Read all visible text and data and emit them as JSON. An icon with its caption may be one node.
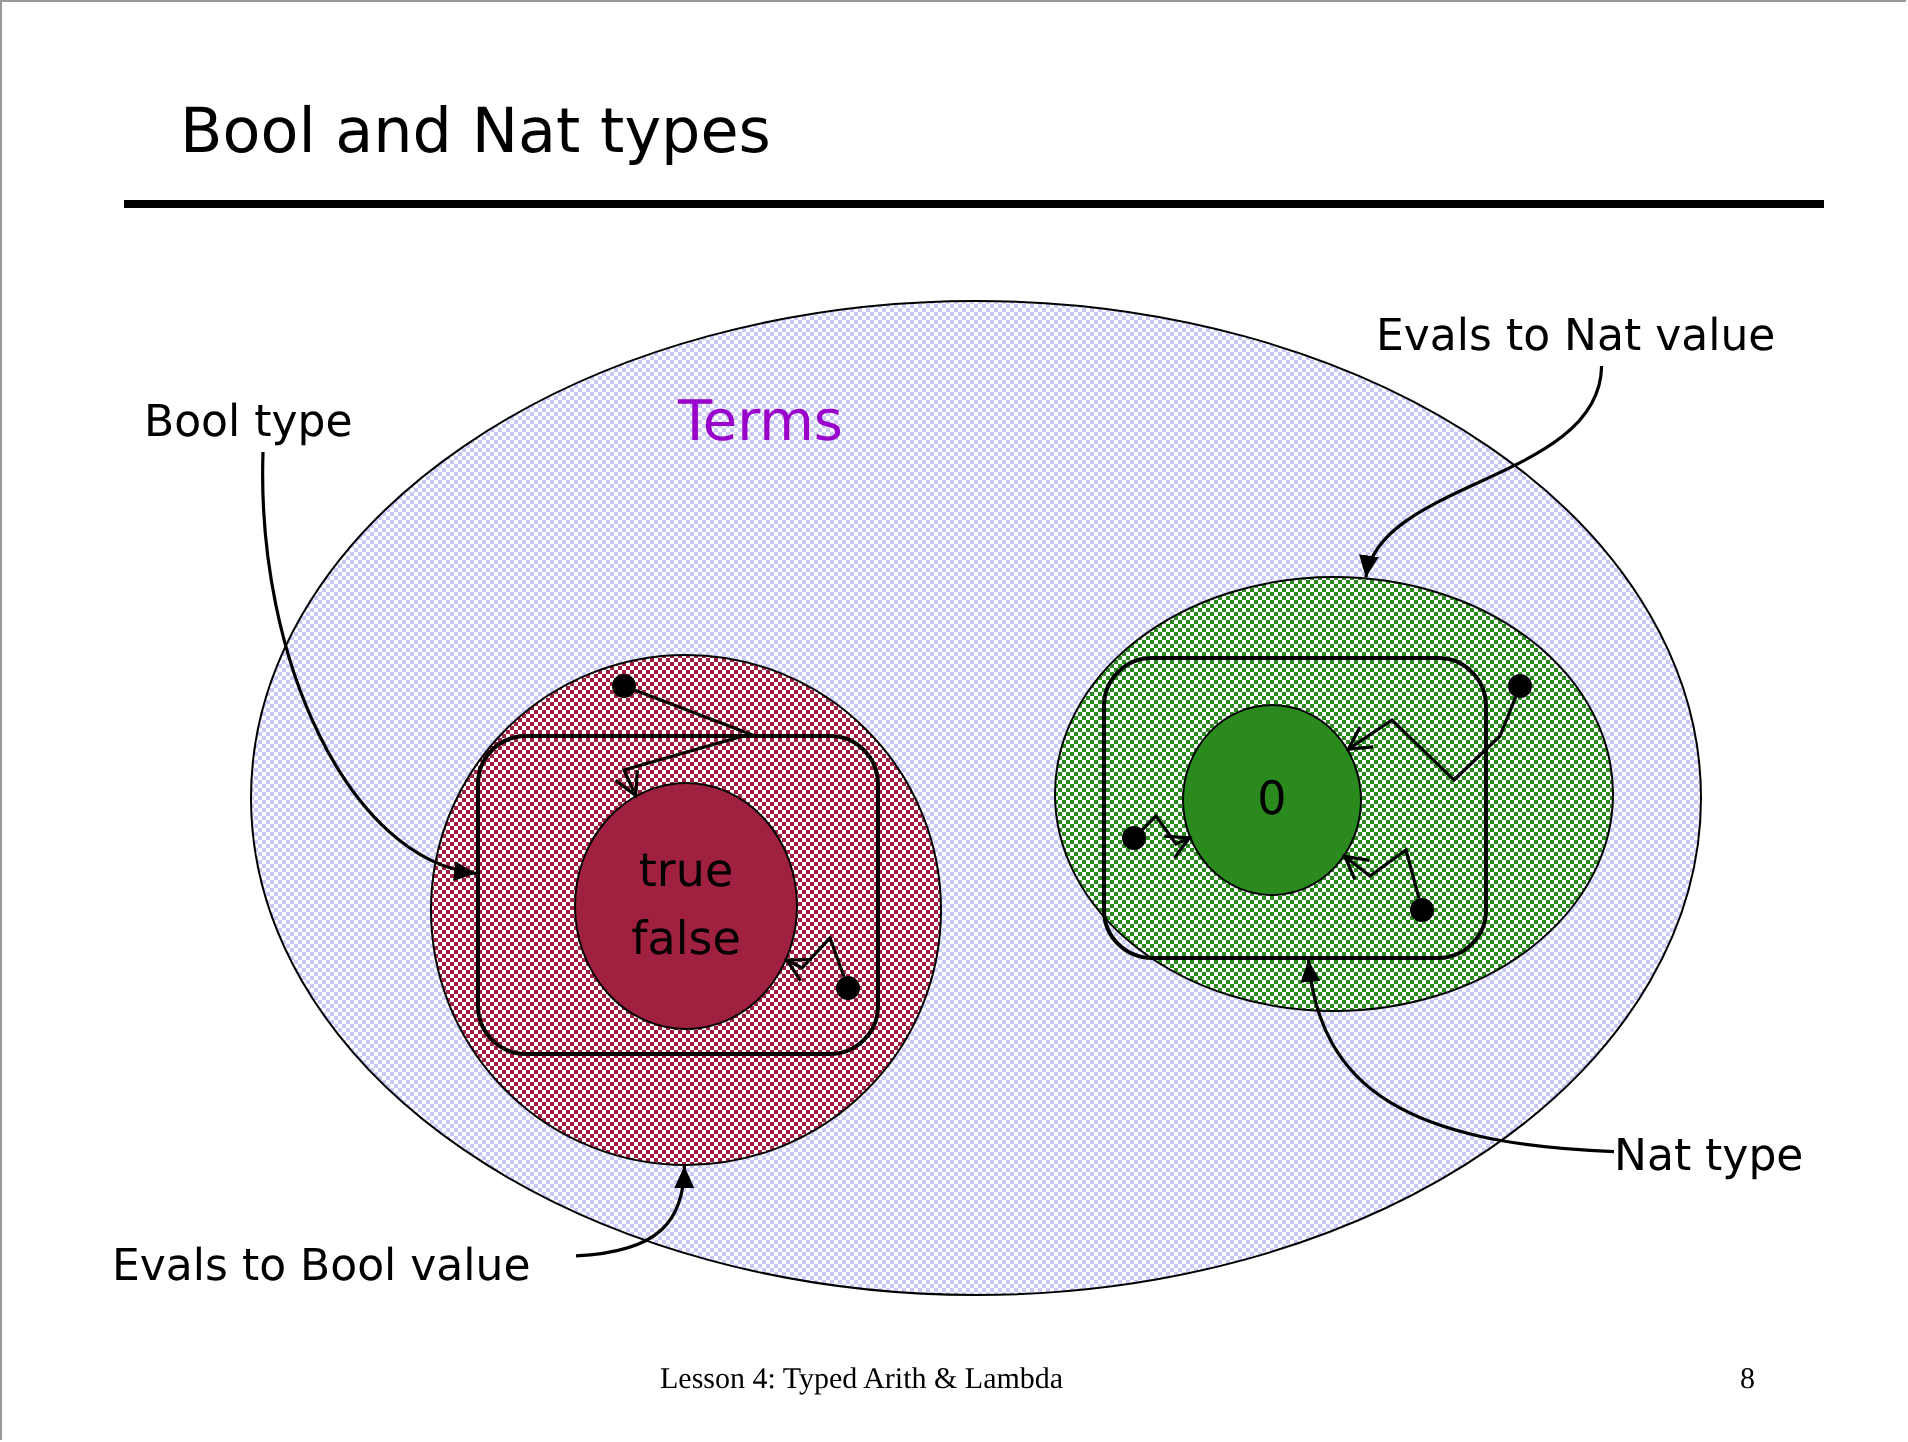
{
  "diagram": {
    "title": "Bool and Nat types",
    "nodes": [
      {
        "text": [
          "Terms"
        ]
      },
      {
        "text": [],
        "shape": "circle",
        "in": 0
      },
      {
        "text": [],
        "shape": "box",
        "in": 1
      },
      {
        "text": [
          "true",
          "false"
        ],
        "in": 2
      },
      {
        "text": [],
        "shape": "circle",
        "in": 1
      },
      {
        "text": [],
        "shape": "circle",
        "in": 2
      },
      {
        "text": [],
        "shape": "circle",
        "in": 0
      },
      {
        "text": [],
        "shape": "box",
        "in": 6
      },
      {
        "text": [
          "0"
        ],
        "in": 7
      },
      {
        "text": [],
        "shape": "circle",
        "in": 7
      },
      {
        "text": [],
        "shape": "circle",
        "in": 6
      },
      {
        "text": [],
        "shape": "circle",
        "in": 7
      },
      {
        "text": [
          "Bool type"
        ]
      },
      {
        "text": [
          "Evals to Bool value"
        ]
      },
      {
        "text": [
          "Evals to Nat value"
        ]
      },
      {
        "text": [
          "Nat type"
        ]
      }
    ],
    "edges": [
      {
        "from": 4,
        "to": 3,
        "arrow": "to"
      },
      {
        "from": 5,
        "to": 3,
        "arrow": "to"
      },
      {
        "from": 9,
        "to": 8,
        "arrow": "to"
      },
      {
        "from": 10,
        "to": 8,
        "arrow": "to"
      },
      {
        "from": 11,
        "to": 8,
        "arrow": "to"
      },
      {
        "from": 12,
        "to": 2,
        "arrow": "to"
      },
      {
        "from": 13,
        "to": 1,
        "arrow": "to"
      },
      {
        "from": 14,
        "to": 6,
        "arrow": "to"
      },
      {
        "from": 15,
        "to": 7,
        "arrow": "to"
      }
    ],
    "labels": [
      "Lesson 4: Typed Arith & Lambda",
      "8"
    ]
  }
}
